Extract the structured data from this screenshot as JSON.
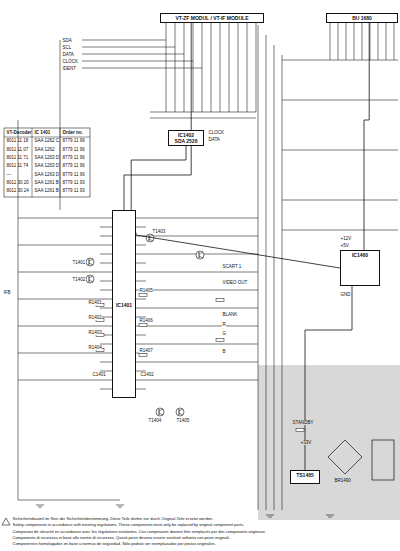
{
  "diagram": {
    "nodes": [
      {
        "text": [
          "VT-ZF MODUL / VT-IF MODULE"
        ]
      },
      {
        "text": [
          "BU 1680"
        ]
      },
      {
        "text": [
          "IC1401"
        ]
      },
      {
        "text": [
          "IC1402",
          "SDA 2526"
        ]
      },
      {
        "text": [
          "IC1460"
        ]
      },
      {
        "text": [
          "TS1485"
        ]
      }
    ],
    "edges": [
      {
        "from": 2,
        "to": 0,
        "arrow": "none"
      },
      {
        "from": 2,
        "to": 3,
        "arrow": "none"
      },
      {
        "from": 2,
        "to": 4,
        "arrow": "none"
      },
      {
        "from": 4,
        "to": 1,
        "arrow": "none"
      },
      {
        "from": 4,
        "to": 5,
        "arrow": "none"
      }
    ],
    "labels": [
      "VT-Decoder",
      "IC 1401",
      "Order no.",
      "8011 11 18",
      "SAA 1262 C",
      "8779 11 96",
      "8011 11 07",
      "SAA 1262",
      "8779 11 96",
      "8011 11 71",
      "SAA 1263 D",
      "8779 11 96",
      "8011 11 74",
      "SAA 1263 D",
      "8779 11 96",
      "—",
      "SAA 1263 D",
      "8779 11 96",
      "8011 30 20",
      "SAA 1261 B",
      "8779 11 93",
      "8011 30 24",
      "SAA 1261 B",
      "8779 11 93",
      "Sicherheitsbauteil im Sinn der Sicherheitsbestimmung. Diese Teile dürfen nur durch Original-Teile ersetzt werden.",
      "Safety components in accordance with existing regulations. These components must only be replaced by original component parts.",
      "Composant de sécurité en accordance avec les régulations existantes. Ces composants doivent être remplacés par des composants originaux.",
      "Componente di sicurezza in base alle norme di sicurezza. Questi pezzi devono essere sostituiti soltanto con pezzi originali.",
      "Componentes homologados en base a normas de seguridad. Sólo podrán ser reemplazados por piezas originales.",
      "SDA",
      "SCL",
      "DATA",
      "CLOCK",
      "IDENT",
      "CLOCK",
      "DATA",
      "T1401",
      "T1402",
      "T1403",
      "T1404",
      "T1405",
      "R1401",
      "R1402",
      "R1403",
      "R1404",
      "R1405",
      "R1406",
      "R1407",
      "C1401",
      "C1402",
      "IFB",
      "SCART 1",
      "VIDEO OUT",
      "BLANK",
      "R",
      "G",
      "B",
      "+12V",
      "+5V",
      "GND",
      "STANDBY",
      "+33V",
      "BR1490"
    ]
  }
}
